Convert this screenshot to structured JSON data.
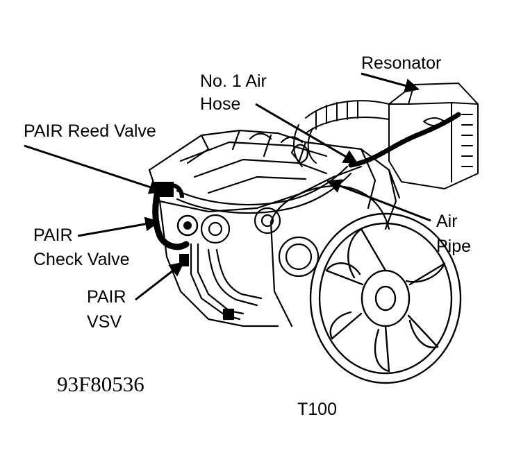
{
  "labels": {
    "resonator": "Resonator",
    "no1_air_hose_line1": "No. 1 Air",
    "no1_air_hose_line2": "Hose",
    "pair_reed_valve": "PAIR Reed Valve",
    "pair_check_valve_line1": "PAIR",
    "pair_check_valve_line2": "Check Valve",
    "pair_vsv_line1": "PAIR",
    "pair_vsv_line2": "VSV",
    "air_pipe_line1": "Air",
    "air_pipe_line2": "Pipe"
  },
  "figure_code": "93F80536",
  "vehicle": "T100"
}
